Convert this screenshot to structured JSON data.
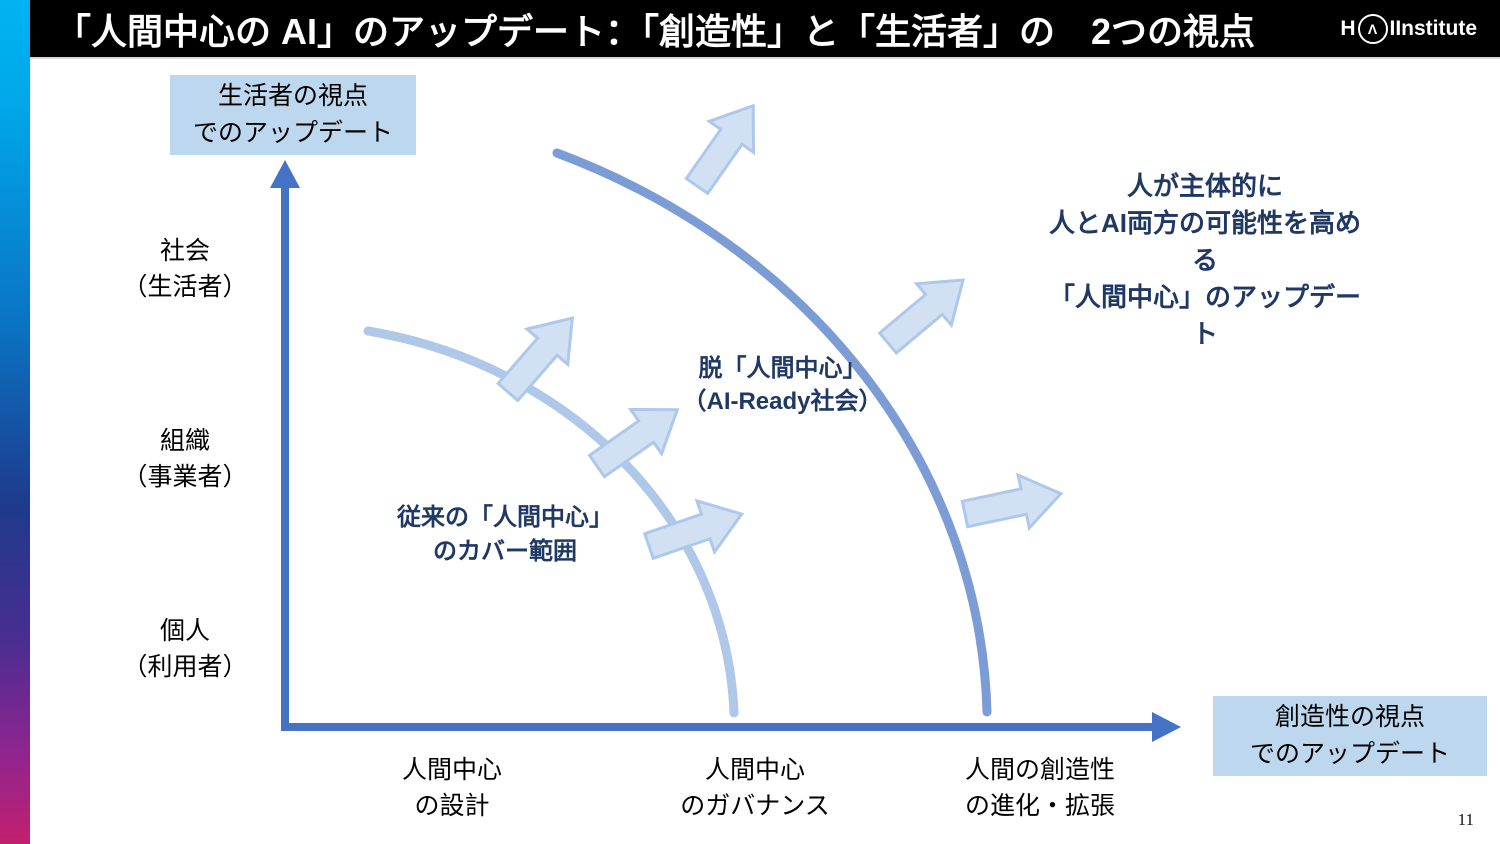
{
  "slide": {
    "title": "「人間中心の AI」のアップデート：「創造性」と「生活者」の　2つの視点",
    "logo": {
      "prefix": "H",
      "mark": "Λ",
      "suffix": "IInstitute"
    },
    "page_number": "11"
  },
  "diagram": {
    "y_axis_box": {
      "line1": "生活者の視点",
      "line2": "でのアップデート"
    },
    "x_axis_box": {
      "line1": "創造性の視点",
      "line2": "でのアップデート"
    },
    "y_ticks": [
      {
        "line1": "社会",
        "line2": "（生活者）"
      },
      {
        "line1": "組織",
        "line2": "（事業者）"
      },
      {
        "line1": "個人",
        "line2": "（利用者）"
      }
    ],
    "x_ticks": [
      {
        "line1": "人間中心",
        "line2": "の設計"
      },
      {
        "line1": "人間中心",
        "line2": "のガバナンス"
      },
      {
        "line1": "人間の創造性",
        "line2": "の進化・拡張"
      }
    ],
    "annotations": {
      "inner_coverage": {
        "line1": "従来の「人間中心」",
        "line2": "のカバー範囲"
      },
      "middle_zone": {
        "line1": "脱「人間中心」",
        "line2": "（AI-Ready社会）"
      },
      "outer_goal": {
        "line1": "人が主体的に",
        "line2": "人とAI両方の可能性を高める",
        "line3": "「人間中心」のアップデート"
      }
    }
  },
  "colors": {
    "axis": "#4472C4",
    "outer_curve": "#7C9CD6",
    "inner_curve": "#AFC7E8",
    "arrow_fill": "#D2E0F3",
    "arrow_stroke": "#ADC8EB",
    "label_box_bg": "#BDD7EE",
    "annotation_text": "#1F3864",
    "title_bar_bg": "#000000",
    "title_text": "#FFFFFF"
  }
}
